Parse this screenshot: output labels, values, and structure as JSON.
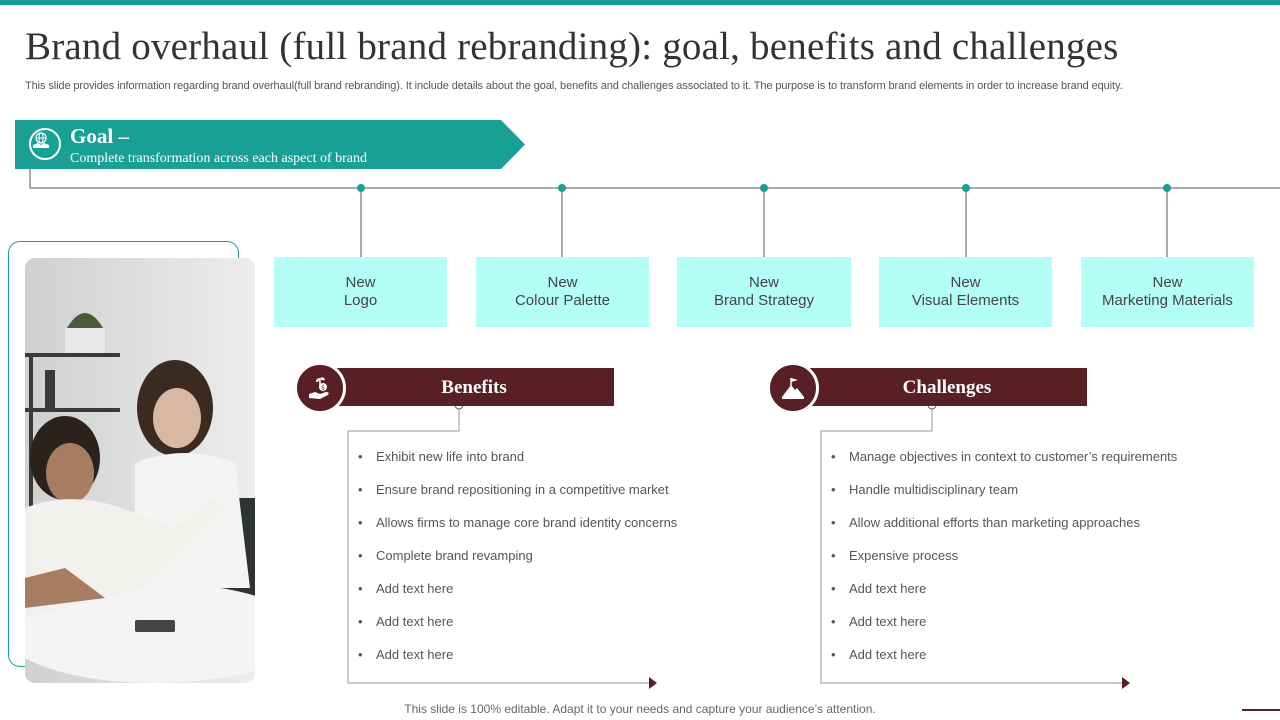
{
  "slide": {
    "title": "Brand overhaul (full brand rebranding): goal, benefits and challenges",
    "subtitle": "This slide provides information regarding brand overhaul(full brand rebranding). It include details about the goal, benefits and challenges associated to it. The purpose is to transform brand elements in order to increase brand equity.",
    "footer": "This slide is 100% editable. Adapt it to your needs and capture your audience’s attention."
  },
  "goal": {
    "title": "Goal –",
    "text": "Complete transformation  across each aspect of brand",
    "icon": "handshake-globe-icon"
  },
  "cards": [
    {
      "line1": "New",
      "line2": "Logo"
    },
    {
      "line1": "New",
      "line2": "Colour Palette"
    },
    {
      "line1": "New",
      "line2": "Brand Strategy"
    },
    {
      "line1": "New",
      "line2": "Visual Elements"
    },
    {
      "line1": "New",
      "line2": "Marketing Materials"
    }
  ],
  "benefits": {
    "title": "Benefits",
    "icon": "money-plant-hand-icon",
    "items": [
      "Exhibit new life into brand",
      "Ensure brand repositioning in a competitive market",
      "Allows firms to manage core brand identity concerns",
      "Complete brand revamping",
      "Add text here",
      "Add text here",
      "Add text here"
    ]
  },
  "challenges": {
    "title": "Challenges",
    "icon": "mountain-flag-icon",
    "items": [
      "Manage objectives  in context to customer’s requirements",
      "Handle multidisciplinary team",
      "Allow additional  efforts than marketing approaches",
      "Expensive  process",
      "Add text here",
      "Add text here",
      "Add text here"
    ]
  },
  "photo": {
    "icon": "team-photo"
  },
  "colors": {
    "teal": "#17a093",
    "light_cyan": "#b3fff8",
    "maroon": "#581f24"
  }
}
